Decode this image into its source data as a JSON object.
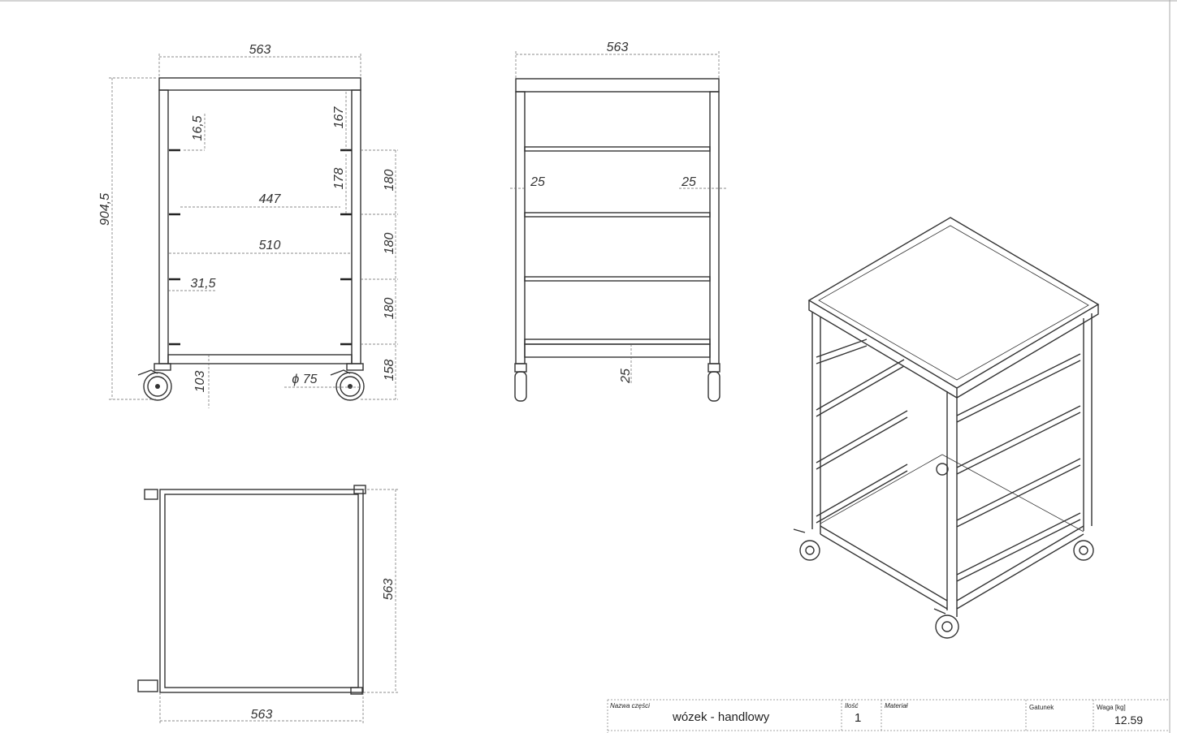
{
  "front_view": {
    "width": "563",
    "height": "904,5",
    "bracket_offset": "16,5",
    "top_gap": "167",
    "shelf_gap": "178",
    "pitch_1": "180",
    "pitch_2": "180",
    "pitch_3": "180",
    "inner_447": "447",
    "inner_510": "510",
    "bracket_depth": "31,5",
    "ground_clearance": "103",
    "wheel_diameter": "ϕ 75",
    "bottom_gap": "158"
  },
  "side_view": {
    "width": "563",
    "left_rail": "25",
    "right_rail": "25",
    "bottom_rail": "25"
  },
  "top_view": {
    "width": "563",
    "depth": "563"
  },
  "title_block": {
    "part_name_label": "Nazwa części",
    "part_name": "wózek - handlowy",
    "quantity_label": "Ilość",
    "quantity": "1",
    "material_label": "Materiał",
    "material": "",
    "grade_label": "Gatunek",
    "weight_label": "Waga [kg]",
    "weight": "12.59"
  }
}
